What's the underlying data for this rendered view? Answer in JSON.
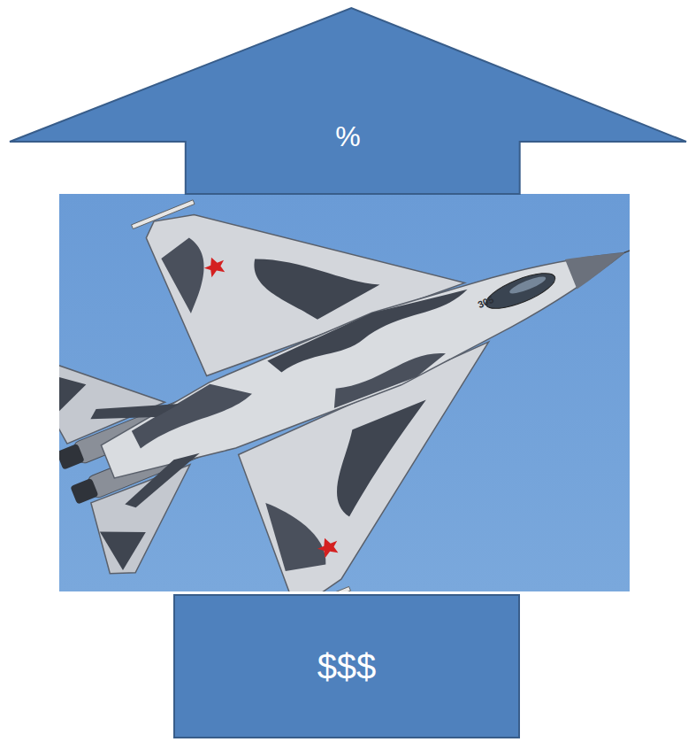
{
  "diagram": {
    "nodes": [
      {
        "text": [
          "%"
        ]
      },
      {
        "text": [
          "$$$"
        ]
      }
    ],
    "labels": [
      "305"
    ]
  }
}
